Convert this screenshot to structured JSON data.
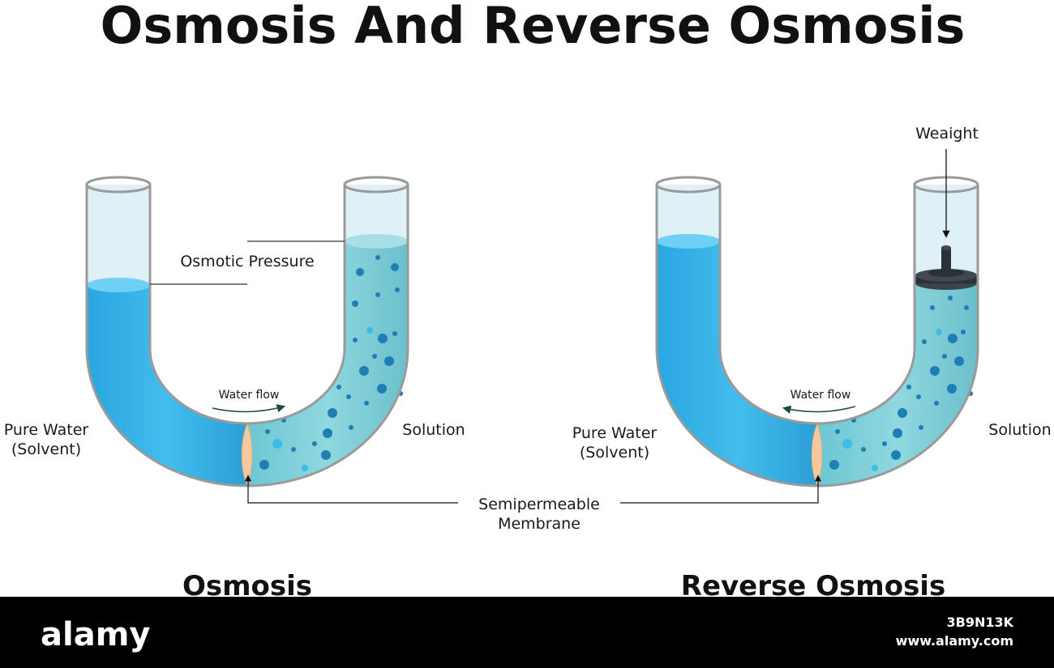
{
  "title": "Osmosis And Reverse Osmosis",
  "osmosis": {
    "caption": "Osmosis",
    "left_label_line1": "Pure Water",
    "left_label_line2": "(Solvent)",
    "right_label": "Solution",
    "water_flow": "Water flow",
    "osmotic_pressure": "Osmotic Pressure"
  },
  "reverse_osmosis": {
    "caption": "Reverse Osmosis",
    "left_label_line1": "Pure Water",
    "left_label_line2": "(Solvent)",
    "right_label": "Solution",
    "water_flow": "Water flow",
    "weight_label": "Weaight"
  },
  "membrane_label_line1": "Semipermeable",
  "membrane_label_line2": "Membrane",
  "footer": {
    "brand": "alamy",
    "image_id": "3B9N13K",
    "url": "www.alamy.com"
  },
  "colors": {
    "pure_water": "#3bb6ea",
    "solution": "#7fd0d8",
    "membrane": "#f3c9a0",
    "particles": "#1f7fb5",
    "tube_outline": "#9a9a9a",
    "weight": "#2b3236"
  }
}
